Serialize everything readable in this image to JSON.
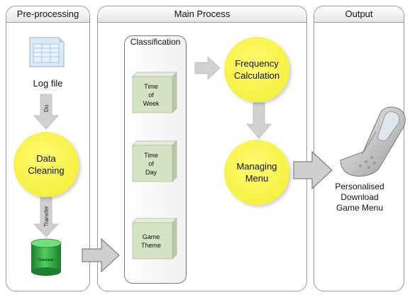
{
  "panels": {
    "preprocessing": "Pre-processing",
    "main": "Main Process",
    "output": "Output"
  },
  "preprocessing": {
    "log_file": "Log file",
    "do_label": "Do",
    "data_cleaning": [
      "Data",
      "Cleaning"
    ],
    "transfer_label": "Transfer",
    "database": "Database"
  },
  "main": {
    "classification": "Classification",
    "boxes": [
      [
        "Time",
        "of",
        "Week"
      ],
      [
        "Time",
        "of",
        "Day"
      ],
      [
        "Game",
        "Theme"
      ]
    ],
    "frequency": [
      "Frequency",
      "Calculation"
    ],
    "managing": [
      "Managing",
      "Menu"
    ]
  },
  "output": {
    "phone_caption": [
      "Personalised",
      "Download",
      "Game Menu"
    ]
  },
  "colors": {
    "circle_yellow": "#f5ef3a",
    "box_green": "#d3e3c3",
    "arrow_gray": "#cfcfcf",
    "database_green": "#2e9e3e"
  },
  "icons": {
    "log_file": "spreadsheet-document-icon",
    "database": "database-cylinder-icon",
    "phone": "flip-phone-icon"
  }
}
